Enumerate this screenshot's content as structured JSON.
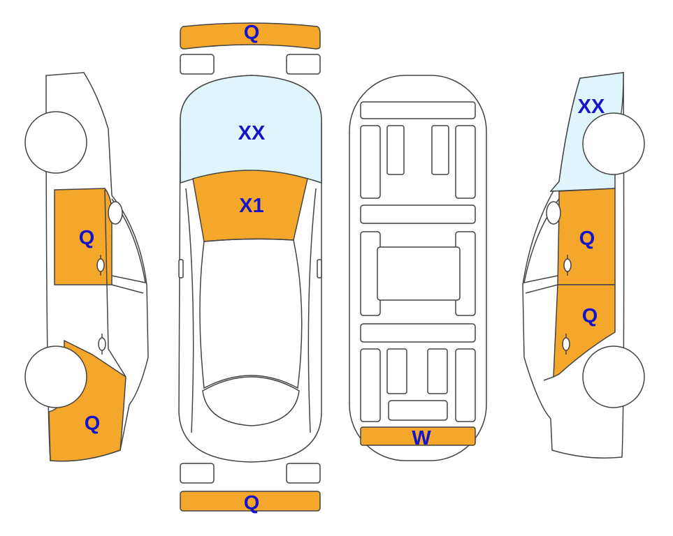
{
  "colors": {
    "damage_fill": "#f5a72b",
    "glass_fill": "#dff4fb",
    "outline": "#444444",
    "label_text": "#1515c8",
    "background": "#ffffff"
  },
  "labels": {
    "front_bumper": "Q",
    "windshield": "XX",
    "hood": "X1",
    "underbody_rear": "W",
    "rear_bumper": "Q",
    "left_front_door": "Q",
    "left_rear_quarter": "Q",
    "right_glass": "XX",
    "right_front_door": "Q",
    "right_rear_door": "Q"
  }
}
